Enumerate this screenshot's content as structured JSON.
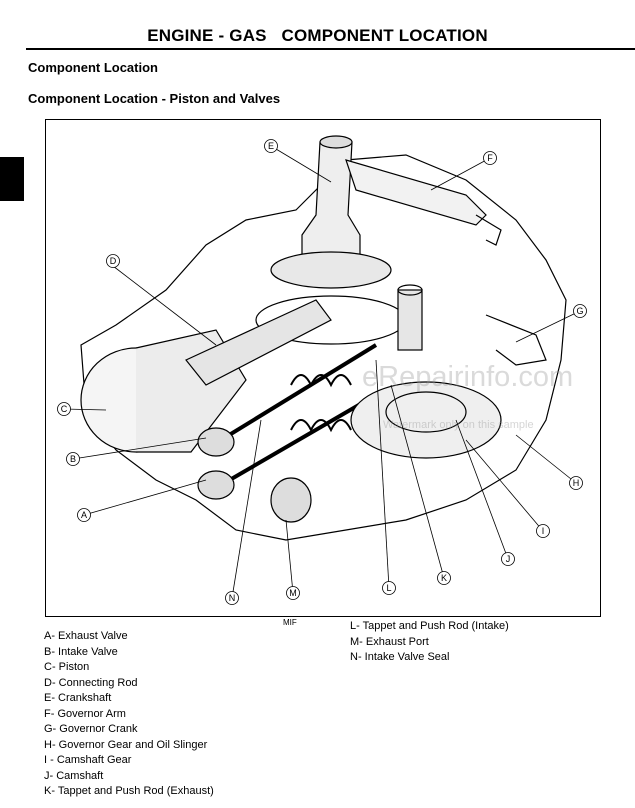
{
  "page": {
    "title": "ENGINE - GAS   COMPONENT LOCATION",
    "heading": "Component Location",
    "subheading": "Component Location - Piston and Valves",
    "figure_code": "MIF"
  },
  "watermark": {
    "site": "eRepairinfo.com",
    "note": "Watermark only on this sample"
  },
  "callouts": [
    "A",
    "B",
    "C",
    "D",
    "E",
    "F",
    "G",
    "H",
    "I",
    "J",
    "K",
    "L",
    "M",
    "N"
  ],
  "legend_left": [
    "A- Exhaust Valve",
    "B- Intake Valve",
    "C- Piston",
    "D- Connecting Rod",
    "E- Crankshaft",
    "F- Governor Arm",
    "G- Governor Crank",
    "H- Governor Gear and Oil Slinger",
    "I - Camshaft Gear",
    "J- Camshaft",
    "K- Tappet and Push Rod (Exhaust)"
  ],
  "legend_right": [
    "L- Tappet and Push Rod (Intake)",
    "M- Exhaust Port",
    "N- Intake Valve Seal"
  ]
}
